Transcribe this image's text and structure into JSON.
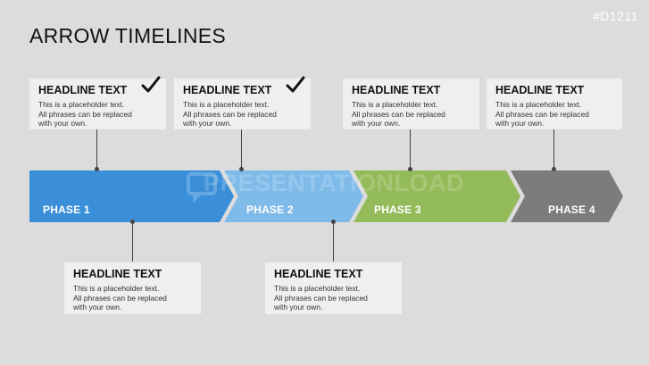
{
  "slide": {
    "code": "#D1211",
    "title": "ARROW TIMELINES",
    "watermark": "PRESENTATIONLOAD"
  },
  "colors": {
    "background": "#dcdcdc",
    "card": "#efefef",
    "phase_1": "#3a8fd8",
    "phase_2": "#7fbbe9",
    "phase_3": "#94bb5a",
    "phase_4": "#7c7c7c",
    "connector": "#444444"
  },
  "phases": [
    {
      "label": "PHASE 1"
    },
    {
      "label": "PHASE 2"
    },
    {
      "label": "PHASE 3"
    },
    {
      "label": "PHASE 4"
    }
  ],
  "top_cards": [
    {
      "headline": "HEADLINE TEXT",
      "lines": [
        "This is a placeholder text.",
        "All phrases can be replaced",
        "with your own."
      ],
      "checked": true,
      "icon": "checkmark-icon"
    },
    {
      "headline": "HEADLINE TEXT",
      "lines": [
        "This is a placeholder text.",
        "All phrases can be replaced",
        "with your own."
      ],
      "checked": true,
      "icon": "checkmark-icon"
    },
    {
      "headline": "HEADLINE TEXT",
      "lines": [
        "This is a placeholder text.",
        "All phrases can be replaced",
        "with your own."
      ],
      "checked": false
    },
    {
      "headline": "HEADLINE TEXT",
      "lines": [
        "This is a placeholder text.",
        "All phrases can be replaced",
        "with your own."
      ],
      "checked": false
    }
  ],
  "bottom_cards": [
    {
      "headline": "HEADLINE TEXT",
      "lines": [
        "This is a placeholder text.",
        "All phrases can be replaced",
        "with your own."
      ]
    },
    {
      "headline": "HEADLINE TEXT",
      "lines": [
        "This is a placeholder text.",
        "All phrases can be replaced",
        "with your own."
      ]
    }
  ]
}
